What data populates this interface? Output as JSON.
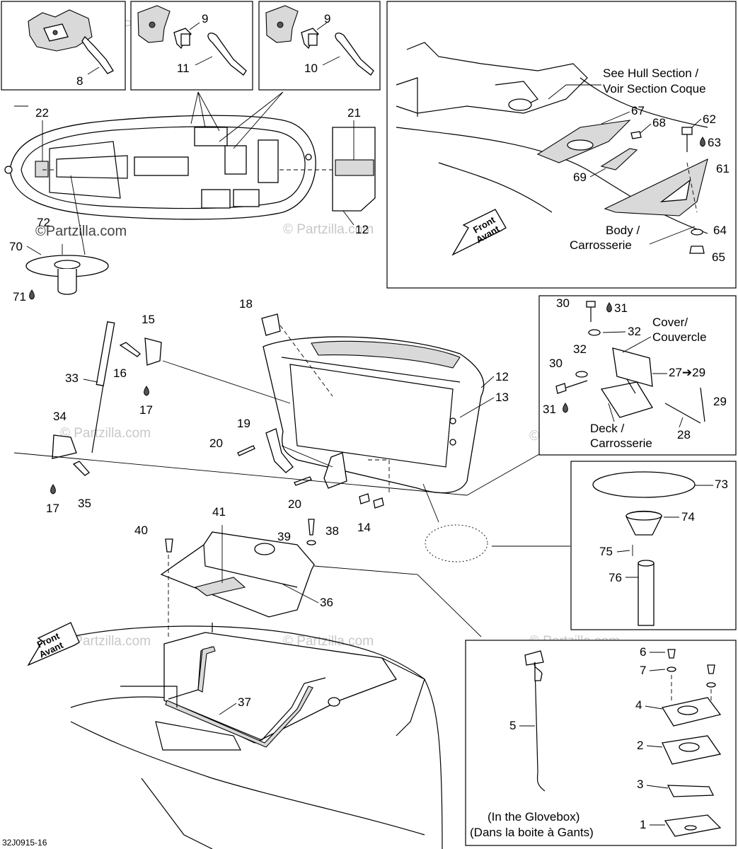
{
  "diagram_code": "32J0915-16",
  "watermark": "© Partzilla.com",
  "watermark_dark": "©Partzilla.com",
  "direction_arrow": {
    "line1": "Front",
    "line2": "Avant"
  },
  "callouts": {
    "n1": "1",
    "n2": "2",
    "n3": "3",
    "n4": "4",
    "n5": "5",
    "n6": "6",
    "n7": "7",
    "n8": "8",
    "n9a": "9",
    "n9b": "9",
    "n10": "10",
    "n11": "11",
    "n12a": "12",
    "n12b": "12",
    "n13": "13",
    "n14": "14",
    "n15": "15",
    "n16": "16",
    "n17a": "17",
    "n17b": "17",
    "n18": "18",
    "n19": "19",
    "n20a": "20",
    "n20b": "20",
    "n21": "21",
    "n22": "22",
    "n27": "27➔29",
    "n28": "28",
    "n29": "29",
    "n30a": "30",
    "n30b": "30",
    "n31a": "31",
    "n31b": "31",
    "n32a": "32",
    "n32b": "32",
    "n33": "33",
    "n34": "34",
    "n35": "35",
    "n36": "36",
    "n37": "37",
    "n38": "38",
    "n39": "39",
    "n40": "40",
    "n41": "41",
    "n61": "61",
    "n62": "62",
    "n63": "63",
    "n64": "64",
    "n65": "65",
    "n67": "67",
    "n68": "68",
    "n69": "69",
    "n70": "70",
    "n71": "71",
    "n72": "72",
    "n73": "73",
    "n74": "74",
    "n75": "75",
    "n76": "76"
  },
  "labels": {
    "hull_section_en": "See Hull Section /",
    "hull_section_fr": "Voir Section Coque",
    "body_en": "Body /",
    "body_fr": "Carrosserie",
    "cover_en": "Cover/",
    "cover_fr": "Couvercle",
    "deck_en": "Deck /",
    "deck_fr": "Carrosserie",
    "glovebox_en": "(In the Glovebox)",
    "glovebox_fr": "(Dans la boite à Gants)"
  }
}
